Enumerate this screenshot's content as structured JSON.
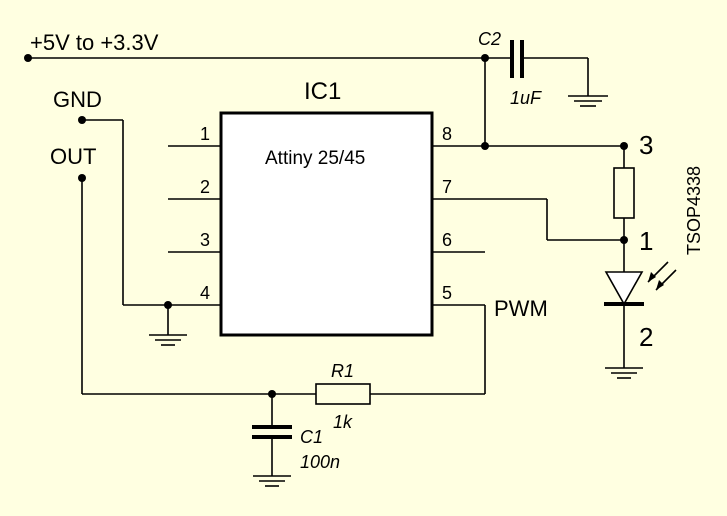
{
  "supply": {
    "label": "+5V to +3.3V"
  },
  "connector": {
    "gnd_label": "GND",
    "out_label": "OUT"
  },
  "ic": {
    "ref": "IC1",
    "part": "Attiny 25/45",
    "pins": [
      "1",
      "2",
      "3",
      "4",
      "5",
      "6",
      "7",
      "8"
    ]
  },
  "c2": {
    "ref": "C2",
    "value": "1uF"
  },
  "c1": {
    "ref": "C1",
    "value": "100n"
  },
  "r1": {
    "ref": "R1",
    "value": "1k"
  },
  "sensor": {
    "part": "TSOP4338",
    "pin1": "1",
    "pin2": "2",
    "pin3": "3"
  },
  "signal": {
    "pwm_label": "PWM"
  }
}
